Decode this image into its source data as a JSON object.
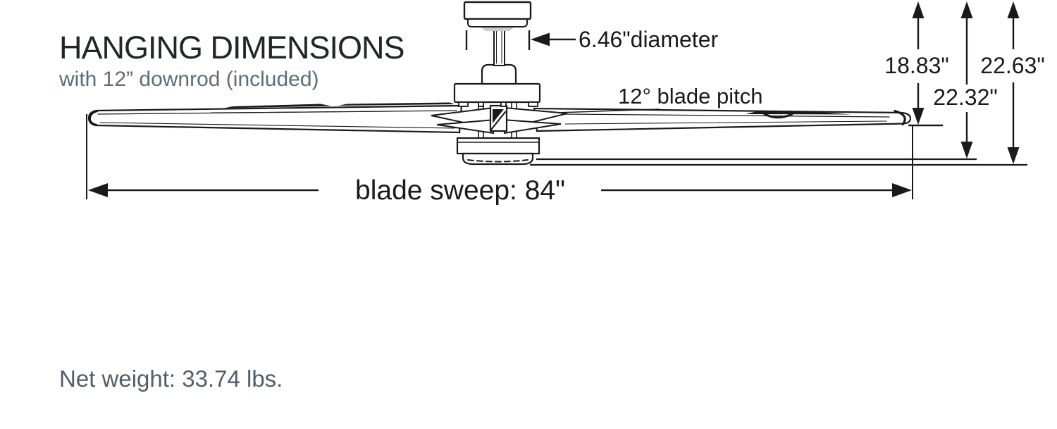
{
  "header": {
    "title": "HANGING DIMENSIONS",
    "subtitle": "with 12” downrod (included)"
  },
  "annotations": {
    "downrod_diameter": "6.46\"diameter",
    "blade_pitch": "12° blade pitch",
    "height_blade_top": "18.83\"",
    "height_light_kit": "22.32\"",
    "height_overall": "22.63\"",
    "blade_sweep": "blade sweep: 84\""
  },
  "footer": {
    "net_weight": "Net weight: 33.74 lbs."
  },
  "colors": {
    "line_art": "#1a1a1a",
    "title_text": "#22262a",
    "subtitle_text": "#5a6e7a",
    "net_weight_text": "#4f5e69",
    "background": "#ffffff"
  }
}
